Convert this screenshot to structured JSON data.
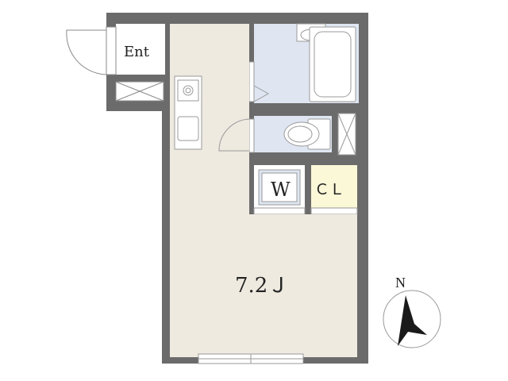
{
  "colors": {
    "wall": "#6b6b6b",
    "floor": "#eeeae0",
    "wet_area": "#dfe6f2",
    "closet": "#fbf8d8",
    "fixture": "#ffffff",
    "line": "#8a8a8a"
  },
  "labels": {
    "entrance": "Ent",
    "washer": "W",
    "closet": "ＣＬ",
    "room_size": "7.2Ｊ",
    "compass_north": "N"
  }
}
